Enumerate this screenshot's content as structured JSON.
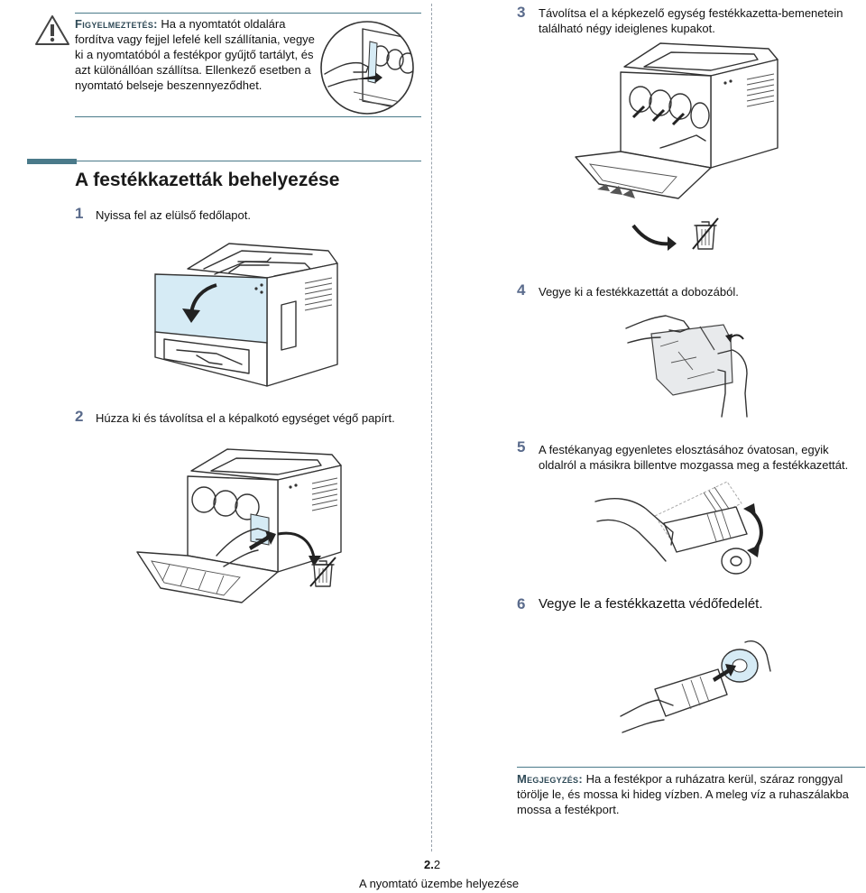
{
  "warning": {
    "title": "Figyelmeztetés:",
    "text": "Ha a nyomtatót oldalára fordítva vagy fejjel lefelé kell szállítania, vegye ki a nyomtatóból a festékpor gyűjtő tartályt, és azt különállóan szállítsa. Ellenkező esetben a nyomtató belseje beszennyeződhet."
  },
  "section": {
    "title": "A festékkazetták behelyezése"
  },
  "steps": [
    {
      "num": "1",
      "text": "Nyissa fel az elülső fedőlapot."
    },
    {
      "num": "2",
      "text": "Húzza ki és távolítsa el a képalkotó egységet végő papírt."
    },
    {
      "num": "3",
      "text": "Távolítsa el a képkezelő egység festékkazetta-bemenetein található négy ideiglenes kupakot."
    },
    {
      "num": "4",
      "text": "Vegye ki a festékkazettát a dobozából."
    },
    {
      "num": "5",
      "text": "A festékanyag egyenletes elosztásához óvatosan, egyik oldalról a másikra billentve mozgassa meg a festékkazettát."
    },
    {
      "num": "6",
      "text": "Vegye le a festékkazetta védőfedelét."
    }
  ],
  "note": {
    "title": "Megjegyzés:",
    "text": "Ha a festékpor a ruházatra kerül, száraz ronggyal törölje le, és mossa ki hideg vízben. A meleg víz a ruhaszálakba mossa a festékport."
  },
  "footer": {
    "page_bold": "2.",
    "page_num": "2",
    "chapter": "A nyomtató üzembe helyezése"
  },
  "colors": {
    "accent": "#4a7a8a",
    "step_number": "#5a6b8c",
    "highlight": "#d6ebf5"
  }
}
